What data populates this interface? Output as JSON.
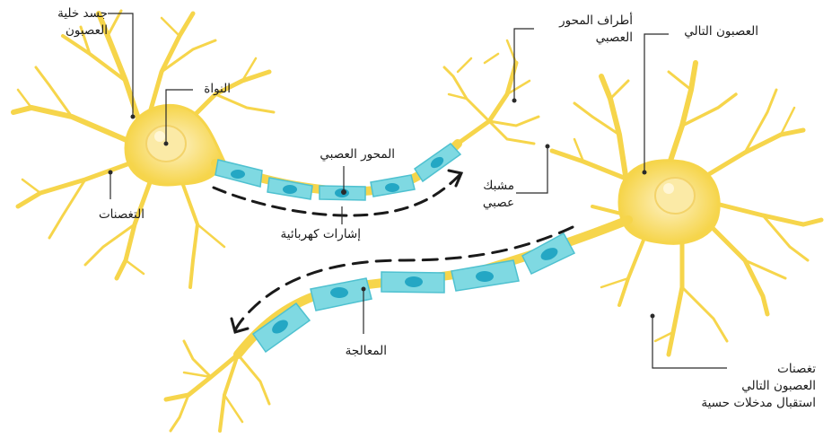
{
  "labels": {
    "cell_body": [
      "جسد خلية",
      "العصبون"
    ],
    "nucleus": "النواة",
    "dendrites": "التغصنات",
    "axon": "المحور العصبي",
    "electrical_signals": "إشارات كهربائية",
    "axon_terminals": [
      "أطراف المحور",
      "العصبي"
    ],
    "synapse": [
      "مشبك",
      "عصبي"
    ],
    "next_neuron": "العصبون التالي",
    "processing": "المعالجة",
    "next_neuron_dendrites": [
      "تغصنات",
      "العصبون التالي",
      "استقبال مدخلات حسية"
    ]
  },
  "colors": {
    "neuron_body": "#F6D54B",
    "neuron_glow": "#FBEAA6",
    "myelin": "#7FD9E2",
    "myelin_node": "#24A7C4",
    "myelin_core": "#D6D58B",
    "arrow": "#1a1a1a",
    "leader_line": "#2a2a2a"
  }
}
